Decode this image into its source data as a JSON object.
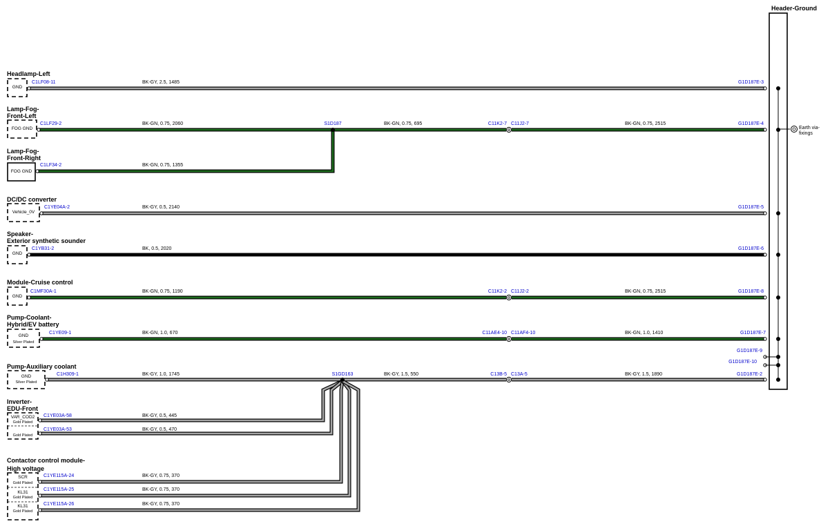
{
  "header_ground": {
    "title": "Header-Ground",
    "earth_label_1": "Earth via-",
    "earth_label_2": "fixings"
  },
  "components": [
    {
      "id": "headlamp",
      "name_lines": [
        "Headlamp-Left"
      ],
      "pin_lines": [
        "GND"
      ]
    },
    {
      "id": "fog-left",
      "name_lines": [
        "Lamp-Fog-",
        "Front-Left"
      ],
      "pin_lines": [
        "FOG GND"
      ]
    },
    {
      "id": "fog-right",
      "name_lines": [
        "Lamp-Fog-",
        "Front-Right"
      ],
      "pin_lines": [
        "FOG GND"
      ]
    },
    {
      "id": "dcdc",
      "name_lines": [
        "DC/DC converter"
      ],
      "pin_lines": [
        "Vehicle_0V"
      ]
    },
    {
      "id": "speaker",
      "name_lines": [
        "Speaker-",
        "Exterior synthetic sounder"
      ],
      "pin_lines": [
        "GND"
      ]
    },
    {
      "id": "cruise",
      "name_lines": [
        "Module-Cruise control"
      ],
      "pin_lines": [
        "GND"
      ]
    },
    {
      "id": "pump-coolant",
      "name_lines": [
        "Pump-Coolant-",
        "Hybrid/EV battery"
      ],
      "pin_lines": [
        "GND",
        "Silver Plated"
      ]
    },
    {
      "id": "pump-aux",
      "name_lines": [
        "Pump-Auxiliary coolant"
      ],
      "pin_lines": [
        "GND",
        "Silver Plated"
      ]
    },
    {
      "id": "inverter",
      "name_lines": [
        "Inverter-",
        "EDU-Front"
      ],
      "pin_lines": []
    },
    {
      "id": "contactor",
      "name_lines": [
        "Contactor control module-",
        "High voltage"
      ],
      "pin_lines": []
    }
  ],
  "inverter_pins": [
    {
      "lines": [
        "VAR_COD2",
        "Gold Plated"
      ]
    },
    {
      "lines": [
        "Gold Plated"
      ]
    }
  ],
  "contactor_pins": [
    {
      "lines": [
        "SCR",
        "Gold Plated"
      ]
    },
    {
      "lines": [
        "KL31",
        "Gold Plated"
      ]
    },
    {
      "lines": [
        "KL31",
        "Gold Plated"
      ]
    }
  ],
  "splices": {
    "s1": "S1D187",
    "s2": "S1GD163"
  },
  "wires": [
    {
      "id": "w1",
      "connector": "C1LF08-11",
      "spec": "BK-GY,  2.5,  1485",
      "end": "G1D187E-3"
    },
    {
      "id": "w2a",
      "connector": "C1LF29-2",
      "spec": "BK-GN,  0.75,  2060"
    },
    {
      "id": "w2b",
      "spec": "BK-GN,  0.75,  695",
      "inline_left": "C11K2-7",
      "inline_right": "C11J2-7"
    },
    {
      "id": "w2c",
      "spec": "BK-GN,  0.75,  2515",
      "end": "G1D187E-4"
    },
    {
      "id": "w3",
      "connector": "C1LF34-2",
      "spec": "BK-GN,  0.75,  1355"
    },
    {
      "id": "w4",
      "connector": "C1YE04A-2",
      "spec": "BK-GY,  0.5,  2140",
      "end": "G1D187E-5"
    },
    {
      "id": "w5",
      "connector": "C1YB31-2",
      "spec": "BK,  0.5,  2020",
      "end": "G1D187E-6"
    },
    {
      "id": "w6",
      "connector": "C1MF30A-1",
      "spec": "BK-GN,  0.75,  1190",
      "inline_left": "C11K2-2",
      "inline_right": "C11J2-2",
      "spec2": "BK-GN,  0.75,  2515",
      "end": "G1D187E-8"
    },
    {
      "id": "w7",
      "connector": "C1YE09-1",
      "spec": "BK-GN,  1.0,  670",
      "inline_left": "C11AE4-10",
      "inline_right": "C11AF4-10",
      "spec2": "BK-GN,  1.0,  1410",
      "end": "G1D187E-7"
    },
    {
      "id": "w8a",
      "connector": "C1H309-1",
      "spec": "BK-GY,  1.0,  1745"
    },
    {
      "id": "w8b",
      "spec": "BK-GY,  1.5,  550",
      "inline_left": "C13B-5",
      "inline_right": "C13A-5"
    },
    {
      "id": "w8c",
      "spec": "BK-GY,  1.5,  1890",
      "end": "G1D187E-2"
    },
    {
      "id": "w9",
      "connector": "C1YE03A-58",
      "spec": "BK-GY,  0.5,  445"
    },
    {
      "id": "w10",
      "connector": "C1YE03A-53",
      "spec": "BK-GY,  0.5,  470"
    },
    {
      "id": "w11",
      "connector": "C1YE115A-24",
      "spec": "BK-GY,  0.75,  370"
    },
    {
      "id": "w12",
      "connector": "C1YE115A-25",
      "spec": "BK-GY,  0.75,  370"
    },
    {
      "id": "w13",
      "connector": "C1YE115A-26",
      "spec": "BK-GY,  0.75,  370"
    }
  ],
  "extra_ends": [
    "G1D187E-9",
    "G1D187E-10"
  ],
  "colors": {
    "green": "#1f6e1f",
    "gray": "#a8a8a8",
    "black": "#000000",
    "blue": "#0000cc"
  }
}
